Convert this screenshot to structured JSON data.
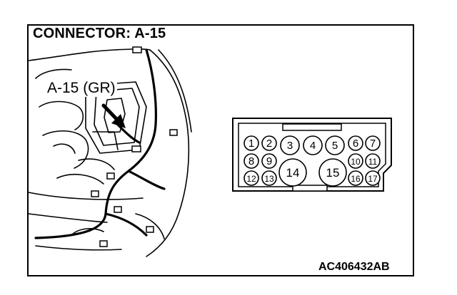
{
  "diagram": {
    "title": "CONNECTOR: A-15",
    "callout_label": "A-15 (GR)",
    "figure_code": "AC406432AB"
  },
  "connector": {
    "pins": [
      {
        "n": "1",
        "shape": "small"
      },
      {
        "n": "2",
        "shape": "small"
      },
      {
        "n": "3",
        "shape": "small"
      },
      {
        "n": "4",
        "shape": "small"
      },
      {
        "n": "5",
        "shape": "small"
      },
      {
        "n": "6",
        "shape": "small"
      },
      {
        "n": "7",
        "shape": "small"
      },
      {
        "n": "8",
        "shape": "small"
      },
      {
        "n": "9",
        "shape": "small"
      },
      {
        "n": "10",
        "shape": "small"
      },
      {
        "n": "11",
        "shape": "small"
      },
      {
        "n": "12",
        "shape": "small"
      },
      {
        "n": "13",
        "shape": "small"
      },
      {
        "n": "14",
        "shape": "large"
      },
      {
        "n": "15",
        "shape": "large"
      },
      {
        "n": "16",
        "shape": "small"
      },
      {
        "n": "17",
        "shape": "small"
      }
    ]
  }
}
